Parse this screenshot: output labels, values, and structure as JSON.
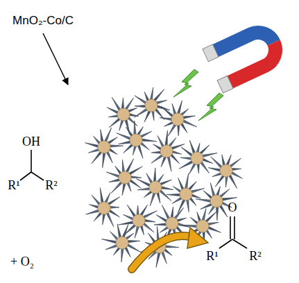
{
  "diagram": {
    "labels": [
      "MnO₂-Co/C",
      "OH",
      "R¹",
      "R²",
      "+ O₂",
      "O",
      "R¹",
      "R²"
    ]
  }
}
